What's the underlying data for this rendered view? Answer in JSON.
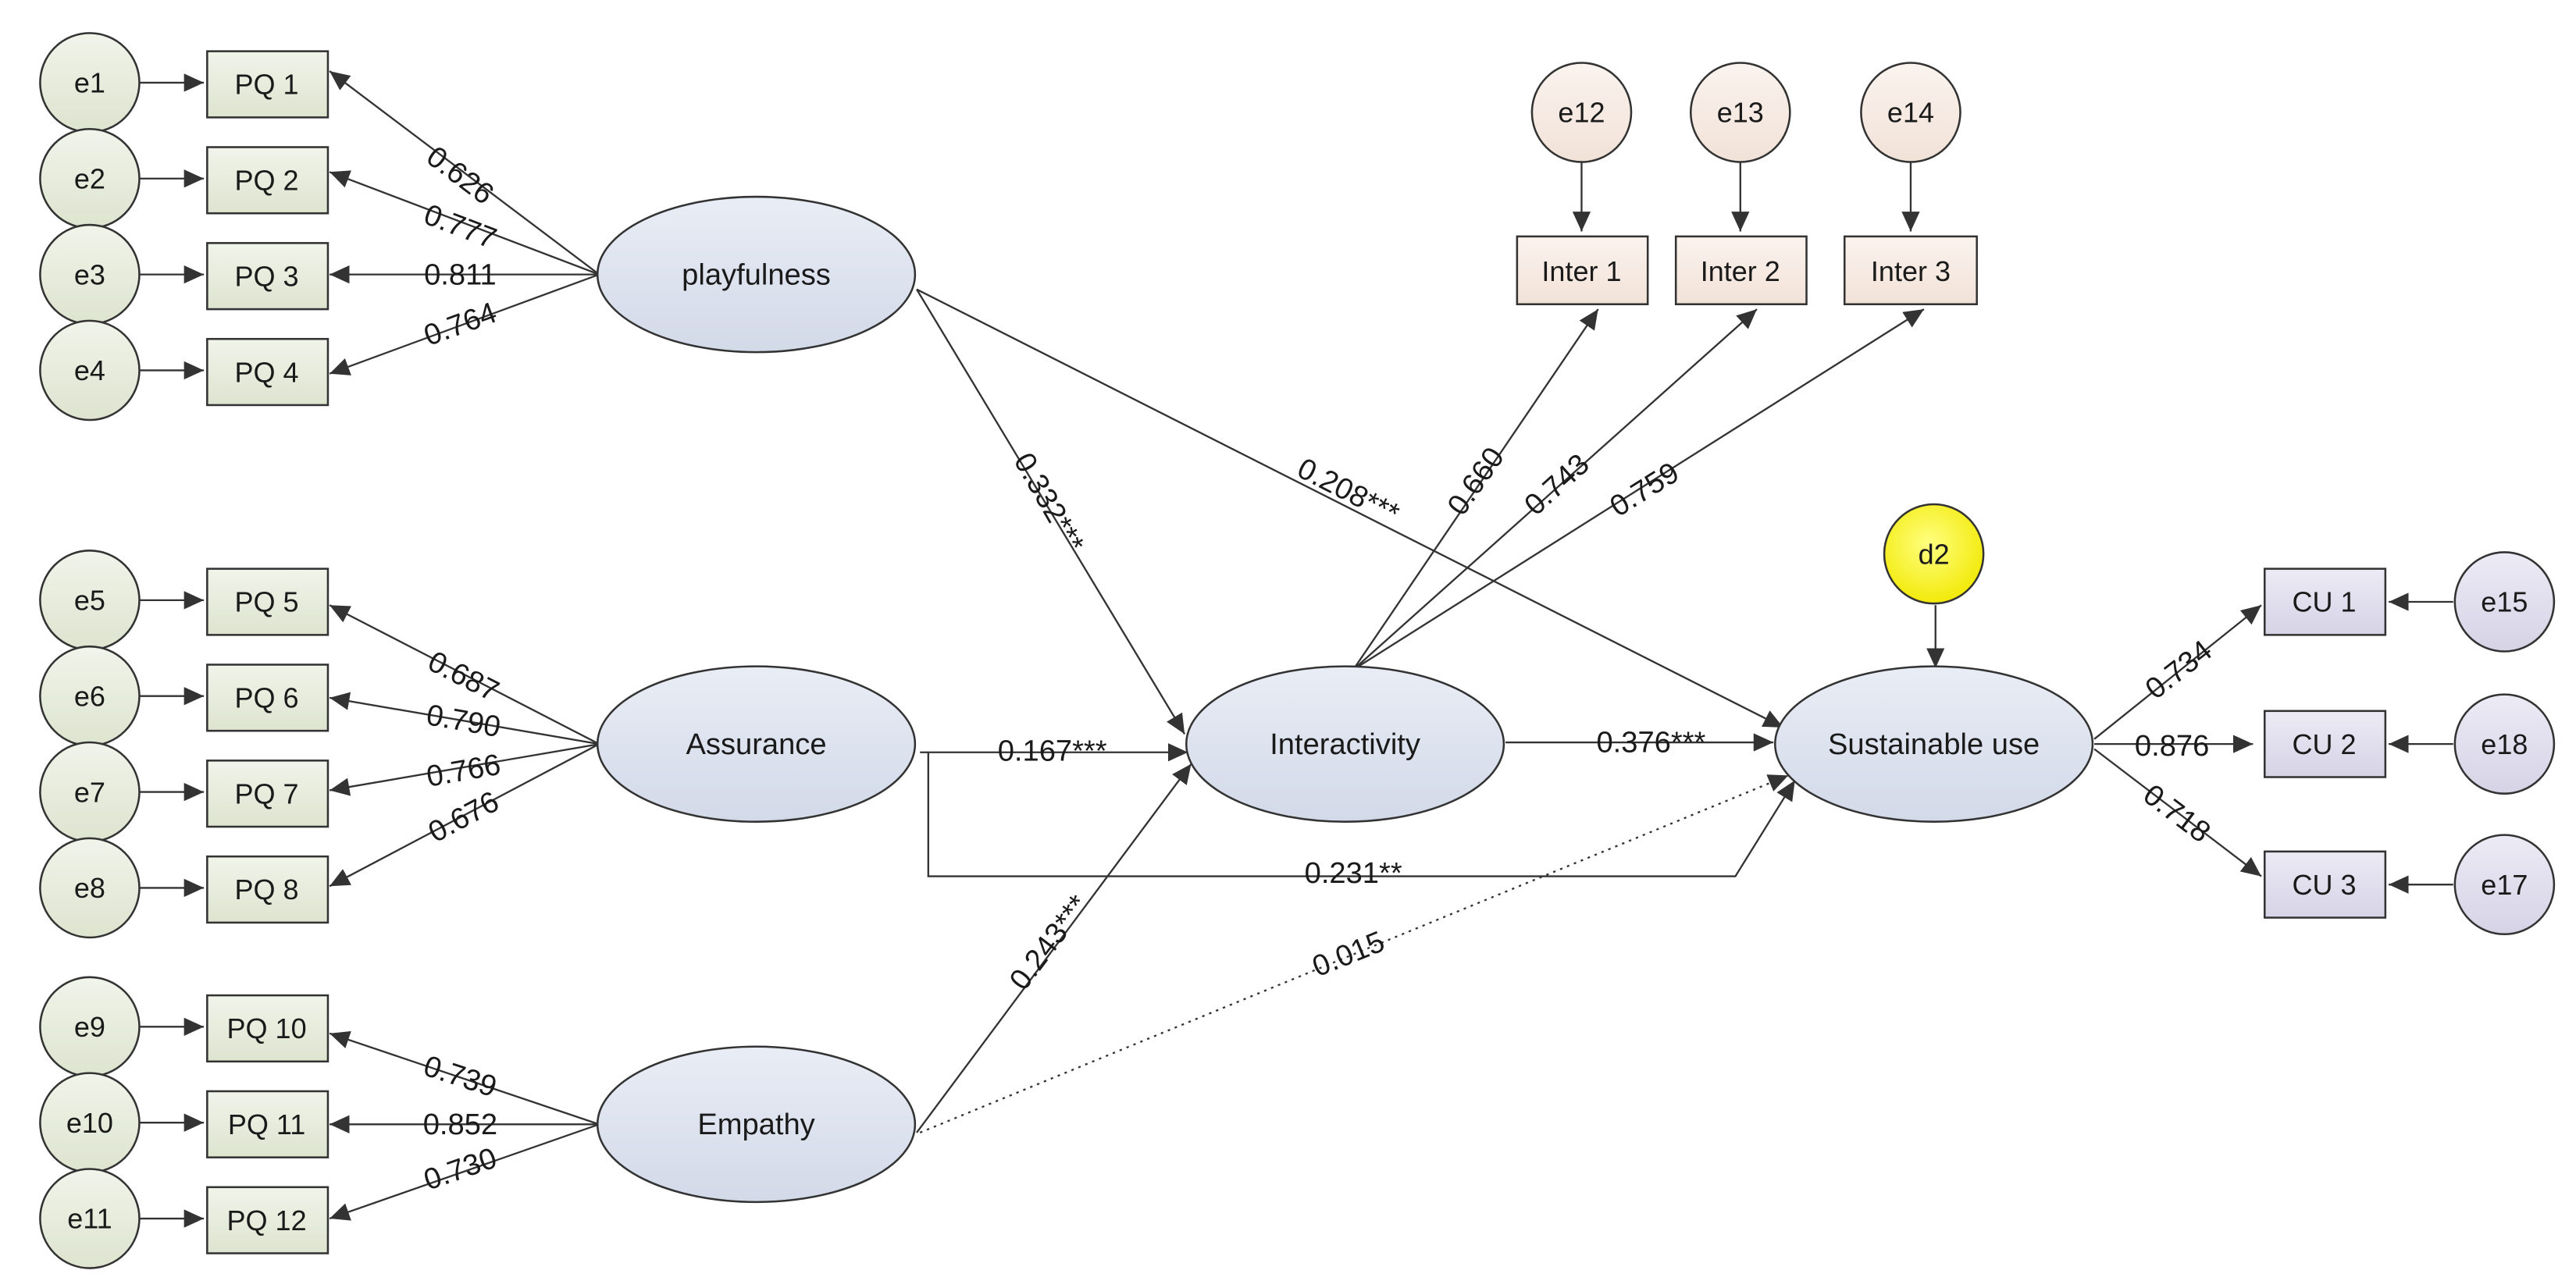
{
  "colors": {
    "error_green": "#e7ebdc",
    "error_pink": "#f6ebe4",
    "error_purple": "#dfdcec",
    "indicator_green": "#e6ebd9",
    "indicator_pink": "#f8e9e1",
    "indicator_purple": "#e2dff0",
    "latent": "#dde3ef",
    "disturbance": "#ffff33",
    "stroke": "#333333"
  },
  "latents": {
    "playfulness": "playfulness",
    "assurance": "Assurance",
    "empathy": "Empathy",
    "interactivity": "Interactivity",
    "sustainable_use": "Sustainable use"
  },
  "indicators": {
    "pq1": "PQ 1",
    "pq2": "PQ 2",
    "pq3": "PQ 3",
    "pq4": "PQ 4",
    "pq5": "PQ 5",
    "pq6": "PQ 6",
    "pq7": "PQ 7",
    "pq8": "PQ 8",
    "pq10": "PQ 10",
    "pq11": "PQ 11",
    "pq12": "PQ 12",
    "inter1": "Inter 1",
    "inter2": "Inter 2",
    "inter3": "Inter 3",
    "cu1": "CU 1",
    "cu2": "CU 2",
    "cu3": "CU 3"
  },
  "errors": {
    "e1": "e1",
    "e2": "e2",
    "e3": "e3",
    "e4": "e4",
    "e5": "e5",
    "e6": "e6",
    "e7": "e7",
    "e8": "e8",
    "e9": "e9",
    "e10": "e10",
    "e11": "e11",
    "e12": "e12",
    "e13": "e13",
    "e14": "e14",
    "e15": "e15",
    "e18": "e18",
    "e17": "e17",
    "d2": "d2"
  },
  "loadings": {
    "playfulness": [
      "0.626",
      "0.777",
      "0.811",
      "0.764"
    ],
    "assurance": [
      "0.687",
      "0.790",
      "0.766",
      "0.676"
    ],
    "empathy": [
      "0.739",
      "0.852",
      "0.730"
    ],
    "interactivity": [
      "0.660",
      "0.743",
      "0.759"
    ],
    "sustainable_use": [
      "0.734",
      "0.876",
      "0.718"
    ]
  },
  "paths": {
    "playfulness_to_interactivity": "0.332***",
    "playfulness_to_sustainable": "0.208***",
    "assurance_to_interactivity": "0.167***",
    "assurance_to_sustainable": "0.231**",
    "empathy_to_interactivity": "0.243***",
    "empathy_to_sustainable": "0.015",
    "interactivity_to_sustainable": "0.376***"
  }
}
